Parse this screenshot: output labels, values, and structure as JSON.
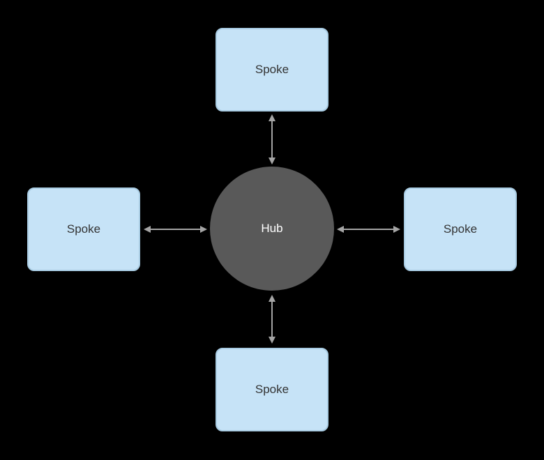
{
  "diagram": {
    "type": "hub-and-spoke",
    "hub": {
      "label": "Hub"
    },
    "spokes": [
      {
        "position": "top",
        "label": "Spoke"
      },
      {
        "position": "left",
        "label": "Spoke"
      },
      {
        "position": "right",
        "label": "Spoke"
      },
      {
        "position": "bottom",
        "label": "Spoke"
      }
    ],
    "connections": [
      {
        "from": "hub",
        "to": "top",
        "bidirectional": true
      },
      {
        "from": "hub",
        "to": "left",
        "bidirectional": true
      },
      {
        "from": "hub",
        "to": "right",
        "bidirectional": true
      },
      {
        "from": "hub",
        "to": "bottom",
        "bidirectional": true
      }
    ],
    "colors": {
      "background": "#000000",
      "spoke_fill": "#c6e3f7",
      "spoke_border": "#a9cce3",
      "spoke_text": "#333333",
      "hub_fill": "#595959",
      "hub_text": "#ffffff",
      "arrow": "#a5a5a5"
    }
  }
}
